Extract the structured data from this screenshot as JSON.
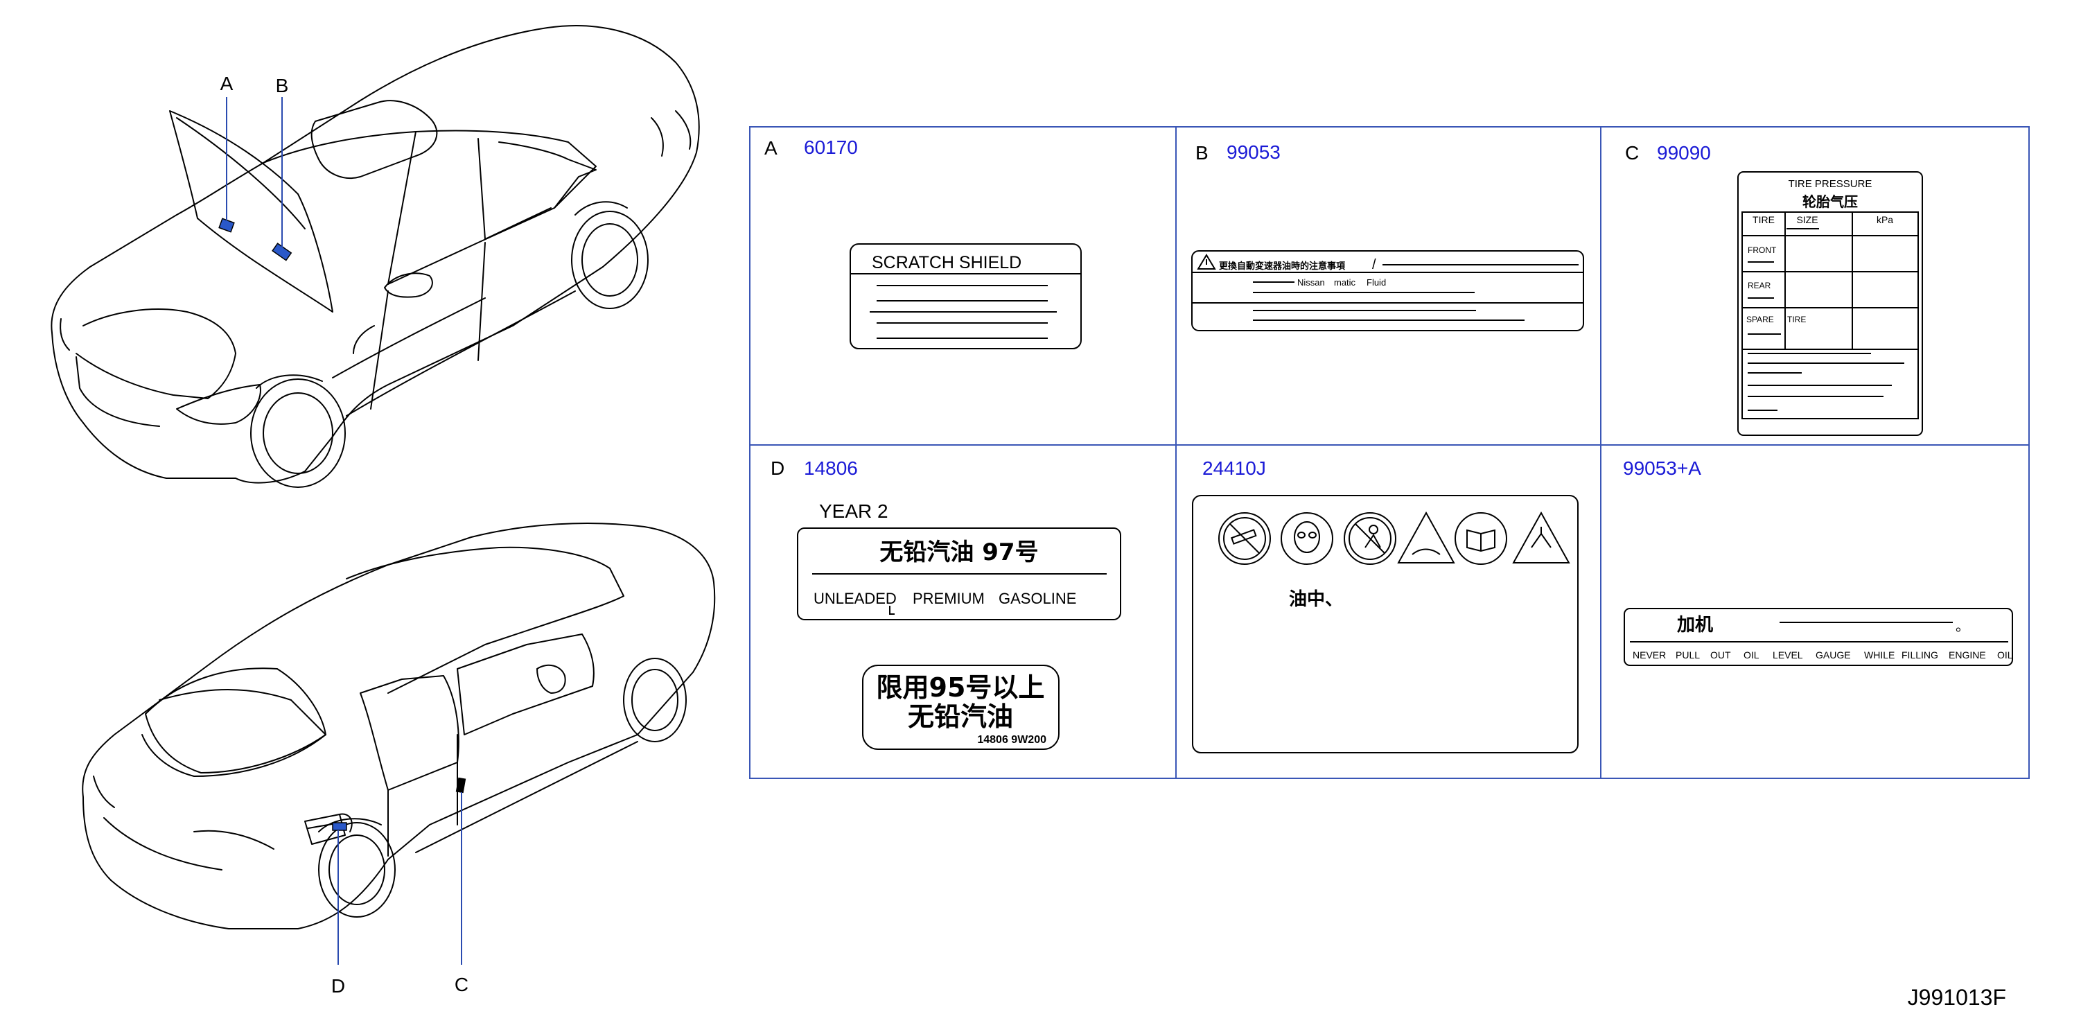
{
  "callouts": {
    "a": "A",
    "b": "B",
    "c": "C",
    "d": "D"
  },
  "panels": {
    "a": {
      "letter": "A",
      "code": "60170",
      "label_title": "SCRATCH   SHIELD"
    },
    "b": {
      "letter": "B",
      "code": "99053",
      "warning_text": "更換自動変速器油時的注意事項",
      "slash": "/",
      "line2_a": "Nissan",
      "line2_b": "matic",
      "line2_c": "Fluid"
    },
    "c": {
      "letter": "C",
      "code": "99090",
      "title": "TIRE    PRESSURE",
      "title_cn": "轮胎气压",
      "col_size_a": "TIRE",
      "col_size_b": "SIZE",
      "col_kpa": "kPa",
      "row_front": "FRONT",
      "row_rear": "REAR",
      "row_spare": "SPARE",
      "row_spare_tire": "TIRE"
    },
    "d": {
      "letter": "D",
      "code": "14806",
      "year_text": "YEAR   2",
      "fuel_cn": "无铅汽油   97号",
      "fuel_en_1": "UNLEADED",
      "fuel_en_2": "PREMIUM",
      "fuel_en_3": "GASOLINE",
      "limit_line1": "限用95号以上",
      "limit_line2": "无铅汽油",
      "limit_code": "14806 9W200"
    },
    "e": {
      "code": "24410J",
      "warning_cn": "油中、"
    },
    "f": {
      "code": "99053+A",
      "title_cn": "加机",
      "dot": "。",
      "words": [
        "NEVER",
        "PULL",
        "OUT",
        "OIL",
        "LEVEL",
        "GAUGE",
        "WHILE",
        "FILLING",
        "ENGINE",
        "OIL"
      ]
    }
  },
  "diagram_id": "J991013F",
  "colors": {
    "code_blue": "#1a1ad6",
    "frame_blue": "#3a56b6",
    "leader_blue": "#2a4bb0",
    "marker_fill": "#2a58c9"
  }
}
